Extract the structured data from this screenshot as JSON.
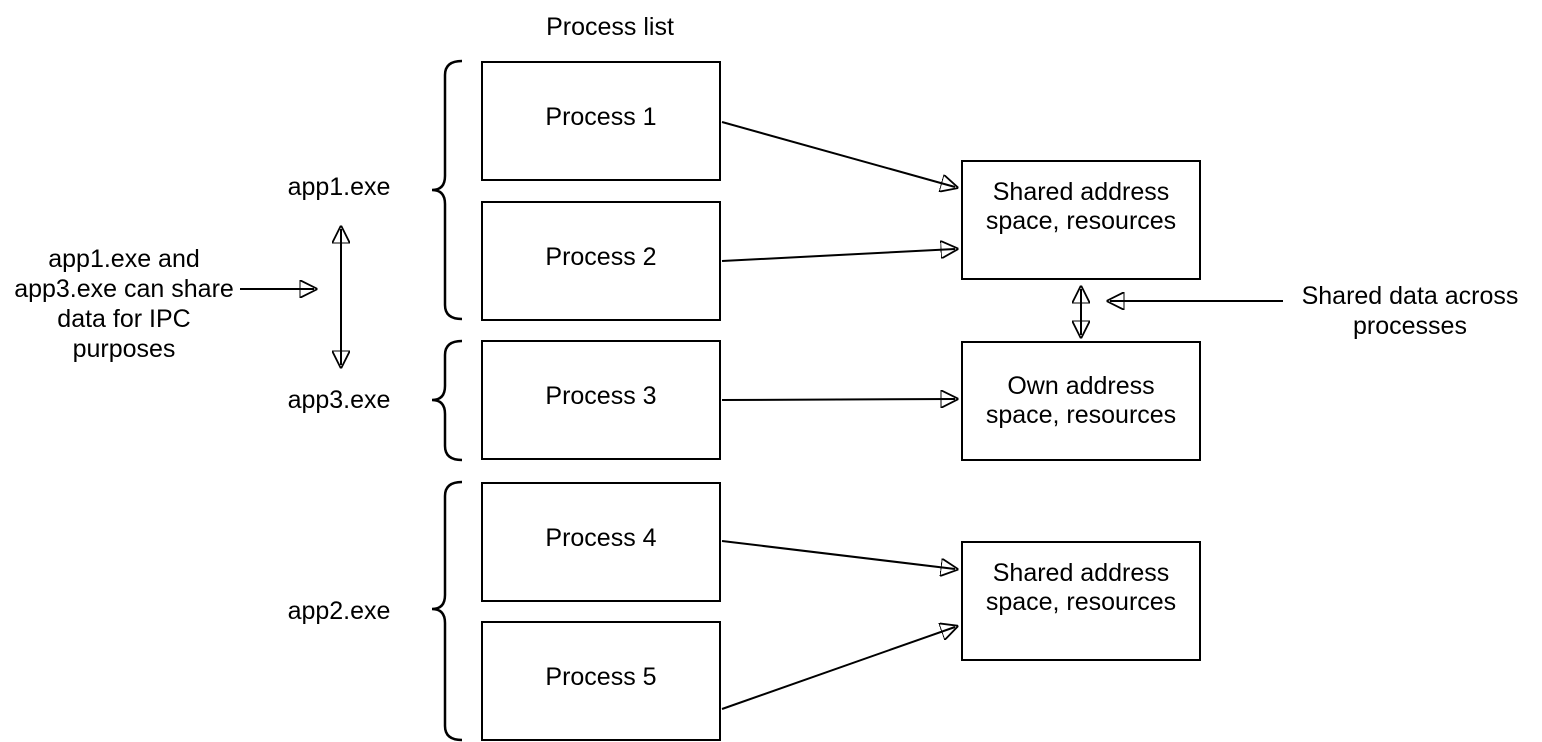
{
  "diagram": {
    "title": "Process list",
    "process_boxes": [
      {
        "label": "Process 1"
      },
      {
        "label": "Process 2"
      },
      {
        "label": "Process 3"
      },
      {
        "label": "Process 4"
      },
      {
        "label": "Process 5"
      }
    ],
    "resource_boxes": [
      {
        "label": "Shared address\nspace, resources"
      },
      {
        "label": "Own address\nspace, resources"
      },
      {
        "label": "Shared address\nspace, resources"
      }
    ],
    "group_labels": [
      {
        "label": "app1.exe"
      },
      {
        "label": "app3.exe"
      },
      {
        "label": "app2.exe"
      }
    ],
    "annotations": {
      "left": "app1.exe and\napp3.exe can share\ndata for IPC purposes",
      "right": "Shared data across\nprocesses"
    },
    "colors": {
      "stroke": "#000000",
      "fill": "#ffffff",
      "text": "#000000",
      "background": "#ffffff"
    }
  }
}
